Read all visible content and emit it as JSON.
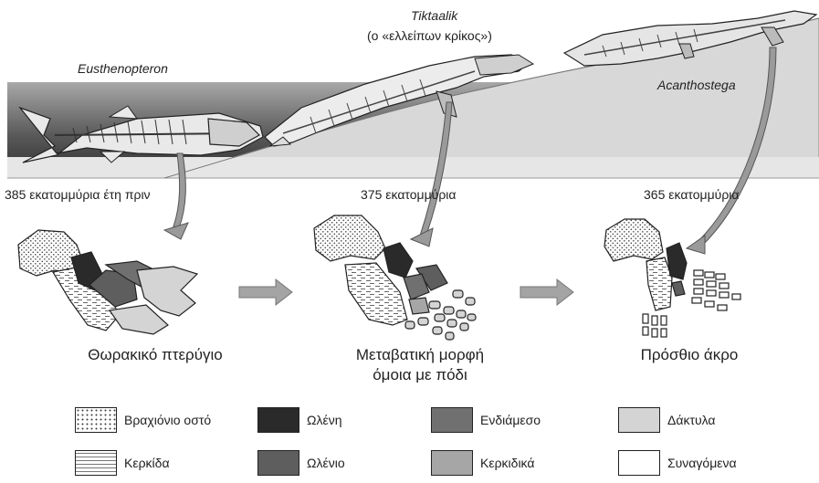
{
  "species": {
    "eusthenopteron": "Eusthenopteron",
    "tiktaalik": "Tiktaalik",
    "tiktaalik_note": "(ο «ελλείπων κρίκος»)",
    "acanthostega": "Acanthostega"
  },
  "ages": {
    "first": "385 εκατομμύρια έτη πριν",
    "second": "375 εκατομμύρια",
    "third": "365 εκατομμύρια"
  },
  "stages": {
    "fin": "Θωρακικό πτερύγιο",
    "transitional_line1": "Μεταβατική μορφή",
    "transitional_line2": "όμοια με πόδι",
    "limb": "Πρόσθιο άκρο"
  },
  "legend": [
    {
      "label": "Βραχιόνιο οστό",
      "icon": "dotted-pattern"
    },
    {
      "label": "Ωλένη",
      "icon": "black-fill",
      "color": "#2a2a2a"
    },
    {
      "label": "Ενδιάμεσο",
      "icon": "dark-gray-fill",
      "color": "#707070"
    },
    {
      "label": "Δάκτυλα",
      "icon": "light-gray-fill",
      "color": "#d4d4d4"
    },
    {
      "label": "Κερκίδα",
      "icon": "dashed-pattern"
    },
    {
      "label": "Ωλένιο",
      "icon": "gray-fill",
      "color": "#5e5e5e"
    },
    {
      "label": "Κερκιδικά",
      "icon": "mid-gray-fill",
      "color": "#a6a6a6"
    },
    {
      "label": "Συναγόμενα",
      "icon": "white-fill",
      "color": "#ffffff"
    }
  ]
}
